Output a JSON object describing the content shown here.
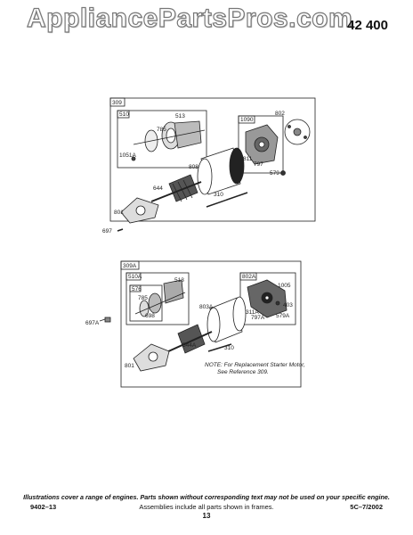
{
  "watermark": "AppliancePartsPros.com",
  "model_number": "42 400",
  "upper_diagram": {
    "frame_label": "309",
    "labels": [
      "510",
      "513",
      "785",
      "1051A",
      "808",
      "1090",
      "802",
      "811",
      "797",
      "579",
      "644",
      "310",
      "801",
      "697"
    ]
  },
  "lower_diagram": {
    "frame_label": "309A",
    "labels": [
      "510A",
      "513",
      "576",
      "785",
      "698",
      "802A",
      "1005",
      "403",
      "311A",
      "797A",
      "579A",
      "803A",
      "697A",
      "544A",
      "310",
      "801"
    ],
    "note_line1": "NOTE: For Replacement Starter Motor,",
    "note_line2": "See Reference 309."
  },
  "footer": {
    "disclaimer": "Illustrations cover a range of engines. Parts shown without corresponding text may not be used on your specific engine.",
    "left_code": "9402–13",
    "center_text": "Assemblies include all parts shown in frames.",
    "right_code": "5C–7/2002",
    "page_number": "13"
  }
}
